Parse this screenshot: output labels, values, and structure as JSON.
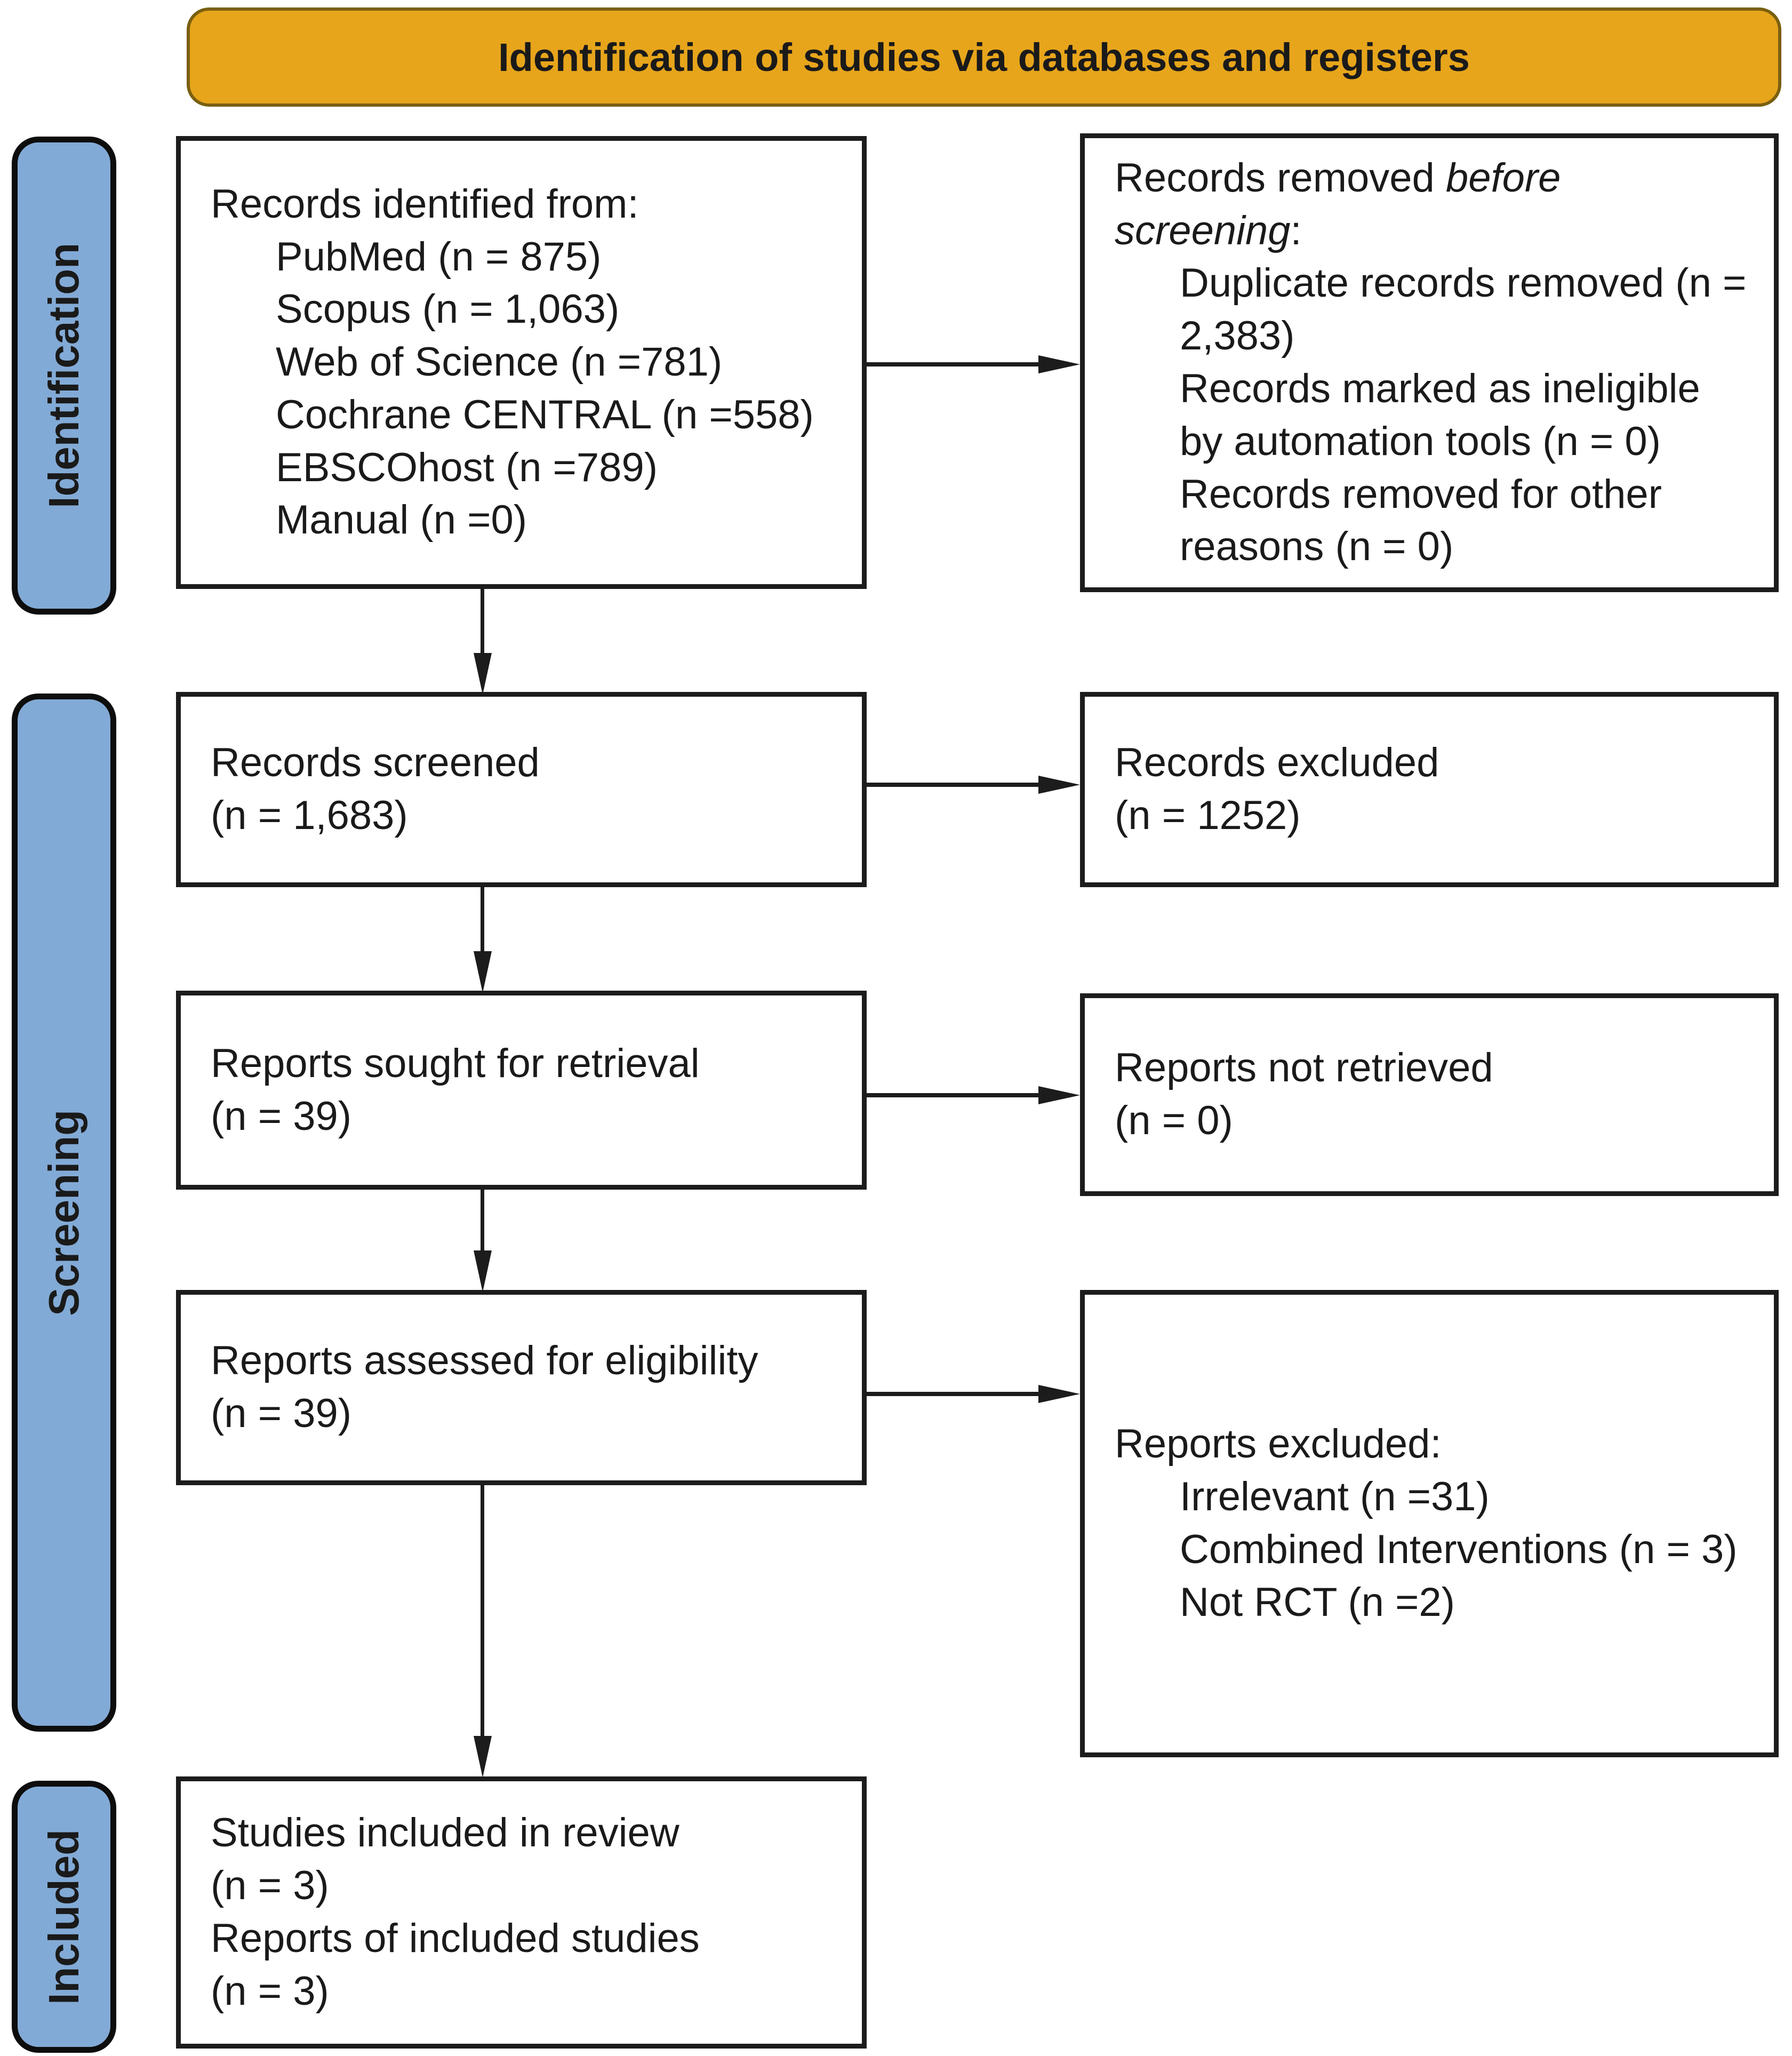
{
  "title": "Identification of studies via databases and registers",
  "stages": [
    {
      "label": "Identification"
    },
    {
      "label": "Screening"
    },
    {
      "label": "Included"
    }
  ],
  "boxes": {
    "identified": {
      "title": "Records identified from:",
      "items": [
        "PubMed (n = 875)",
        "Scopus (n = 1,063)",
        "Web of Science (n =781)",
        "Cochrane CENTRAL (n =558)",
        "EBSCOhost (n =789)",
        "Manual (n =0)"
      ]
    },
    "removed": {
      "title_prefix": "Records removed ",
      "title_italic": "before screening",
      "title_suffix": ":",
      "items": [
        "Duplicate records removed (n = 2,383)",
        "Records marked as ineligible by automation tools (n = 0)",
        "Records removed for other reasons (n = 0)"
      ]
    },
    "screened": {
      "lines": [
        "Records screened",
        "(n = 1,683)"
      ]
    },
    "excluded": {
      "lines": [
        "Records excluded",
        "(n = 1252)"
      ]
    },
    "sought": {
      "lines": [
        "Reports sought for retrieval",
        "(n = 39)"
      ]
    },
    "not_retrieved": {
      "lines": [
        "Reports not retrieved",
        "(n = 0)"
      ]
    },
    "assessed": {
      "lines": [
        "Reports assessed for eligibility",
        "(n = 39)"
      ]
    },
    "reports_excluded": {
      "title": "Reports excluded:",
      "items": [
        "Irrelevant (n =31)",
        "Combined Interventions (n = 3)",
        "Not RCT (n =2)"
      ]
    },
    "included": {
      "lines": [
        "Studies included in review",
        "(n = 3)",
        "Reports of included studies",
        "(n = 3)"
      ]
    }
  },
  "colors": {
    "banner_fill": "#E7A51B",
    "banner_border": "#7a5f10",
    "stage_fill": "#82AAD6",
    "line_color": "#1c1c1c",
    "box_border": "#1c1c1c",
    "text_color": "#1a1a1a"
  }
}
